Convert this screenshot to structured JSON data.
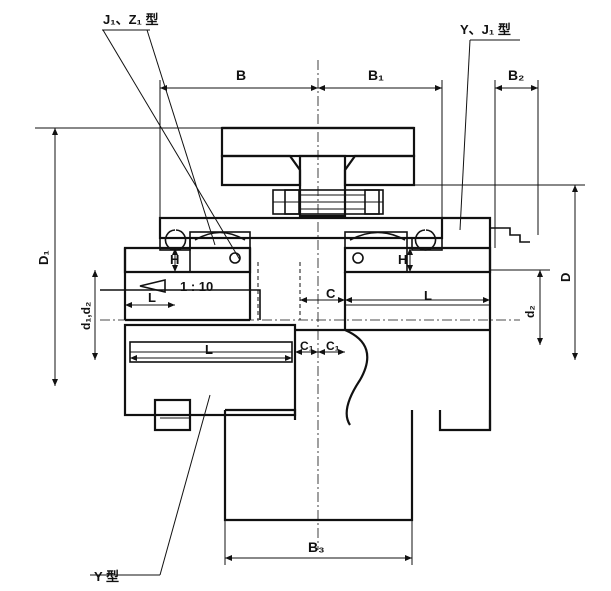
{
  "labels": {
    "j1_z1_type": "J₁、Z₁ 型",
    "y_j1_type": "Y、J₁ 型",
    "y_type": "Y 型",
    "B": "B",
    "B1": "B₁",
    "B2": "B₂",
    "B3": "B₃",
    "D1": "D₁",
    "D": "D",
    "d1_dz": "d₁,d₂",
    "d2": "d₂",
    "H_left": "H",
    "H_right": "H",
    "L_left_top": "L",
    "L_right": "L",
    "L_bottom": "L",
    "C": "C",
    "C1_left": "C₁",
    "C1_right": "C₁",
    "taper": "1 : 10"
  },
  "colors": {
    "line": "#111111",
    "background": "#ffffff"
  }
}
